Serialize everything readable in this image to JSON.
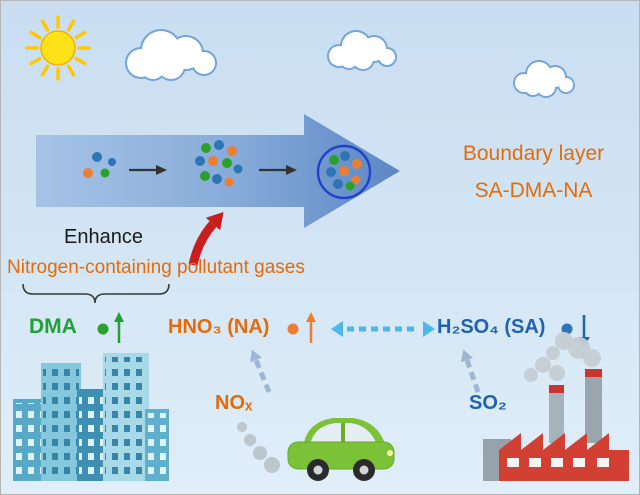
{
  "colors": {
    "background_top": "#c9def1",
    "background_bottom": "#e0eef9",
    "orange_text": "#e36c09",
    "green_text": "#21a038",
    "blue_text": "#1f63b0",
    "dot_green": "#2ca02c",
    "dot_blue": "#2e75b6",
    "dot_orange": "#ed7d31",
    "big_arrow_light": "#a6c3e6",
    "big_arrow_dark": "#5c87c4",
    "exchange_arrow": "#4db8e8",
    "enhance_arrow_red": "#c81e1e",
    "dashed_source_arrow": "#9bb7d4",
    "nucleation_circle": "#2141cf"
  },
  "icons": {
    "sun-icon": "☀",
    "cloud-icon": "☁",
    "up-trend-icon": "↑",
    "down-trend-icon": "↓",
    "exchange-arrow-icon": "⇄",
    "enhance-arrow-icon": "➚",
    "stage-arrow-icon": "→",
    "city-buildings-icon": "🏙",
    "car-icon": "🚗",
    "factory-icon": "🏭",
    "smoke-icon": "☁",
    "brace-icon": "⏟"
  },
  "figure": {
    "boundary_layer": {
      "line1": "Boundary layer",
      "line2": "SA-DMA-NA"
    },
    "enhance_label": "Enhance",
    "pollutant_gases_label": "Nitrogen-containing pollutant gases",
    "species": {
      "dma": {
        "label": "DMA",
        "trend": "up"
      },
      "na": {
        "label": "HNO₃ (NA)",
        "trend": "up"
      },
      "sa": {
        "label": "H₂SO₄ (SA)",
        "trend": "down"
      }
    },
    "sources": {
      "nox": {
        "label": "NOₓ"
      },
      "so2": {
        "label": "SO₂"
      }
    }
  }
}
